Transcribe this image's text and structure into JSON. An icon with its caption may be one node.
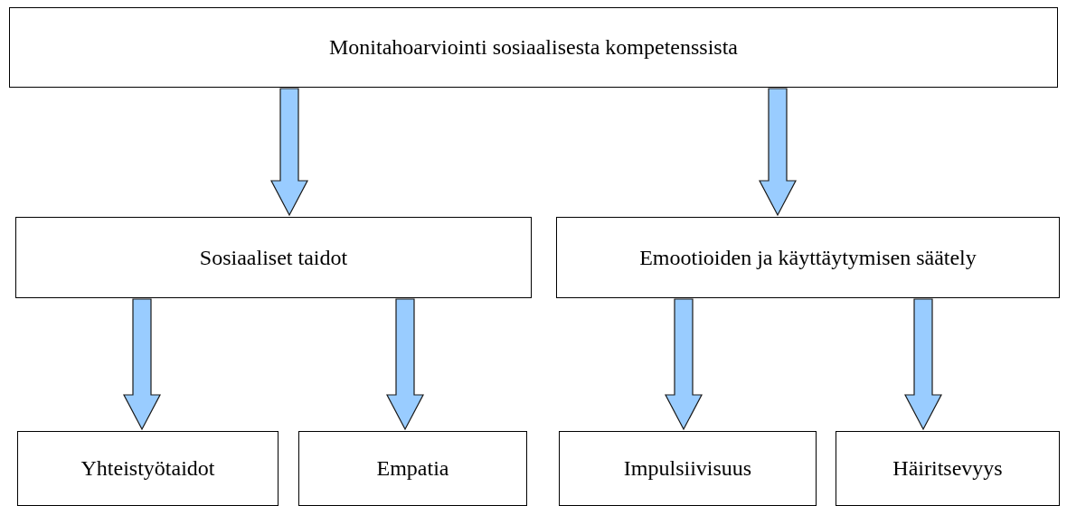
{
  "diagram": {
    "nodes": [
      {
        "text": [
          "Monitahoarviointi sosiaalisesta kompetenssista"
        ]
      },
      {
        "text": [
          "Sosiaaliset taidot"
        ]
      },
      {
        "text": [
          "Emootioiden ja käyttäytymisen säätely"
        ]
      },
      {
        "text": [
          "Yhteistyötaidot"
        ]
      },
      {
        "text": [
          "Empatia"
        ]
      },
      {
        "text": [
          "Impulsiivisuus"
        ]
      },
      {
        "text": [
          "Häiritsevyys"
        ]
      }
    ],
    "edges": [
      {
        "from": 0,
        "to": 1,
        "arrow": "to"
      },
      {
        "from": 0,
        "to": 2,
        "arrow": "to"
      },
      {
        "from": 1,
        "to": 3,
        "arrow": "to"
      },
      {
        "from": 1,
        "to": 4,
        "arrow": "to"
      },
      {
        "from": 2,
        "to": 5,
        "arrow": "to"
      },
      {
        "from": 2,
        "to": 6,
        "arrow": "to"
      }
    ]
  }
}
